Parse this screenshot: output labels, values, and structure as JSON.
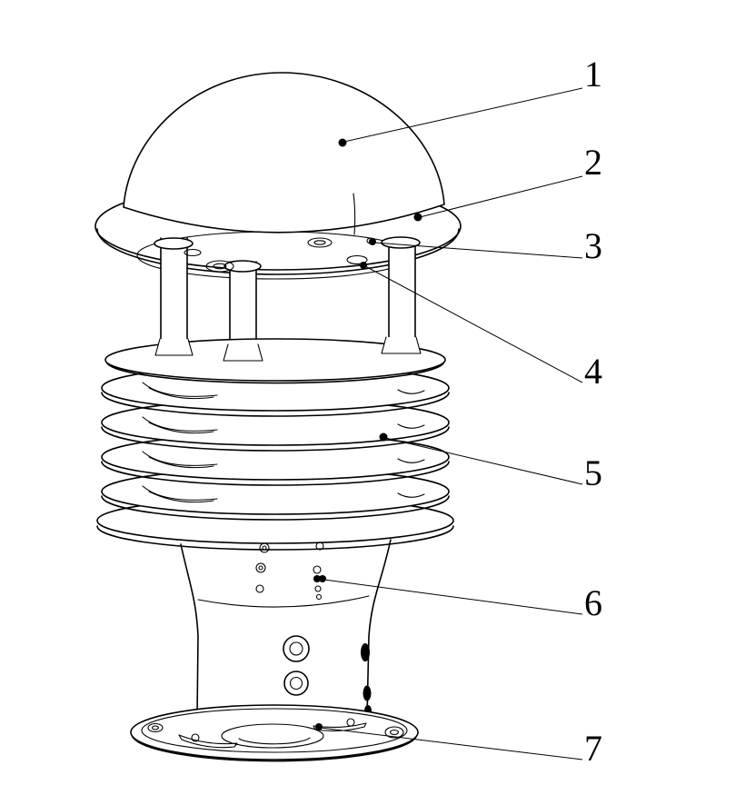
{
  "page": {
    "background": "#ffffff",
    "line_color": "#000000"
  },
  "callouts": [
    {
      "label": "1"
    },
    {
      "label": "2"
    },
    {
      "label": "3"
    },
    {
      "label": "4"
    },
    {
      "label": "5"
    },
    {
      "label": "6"
    },
    {
      "label": "7"
    }
  ]
}
